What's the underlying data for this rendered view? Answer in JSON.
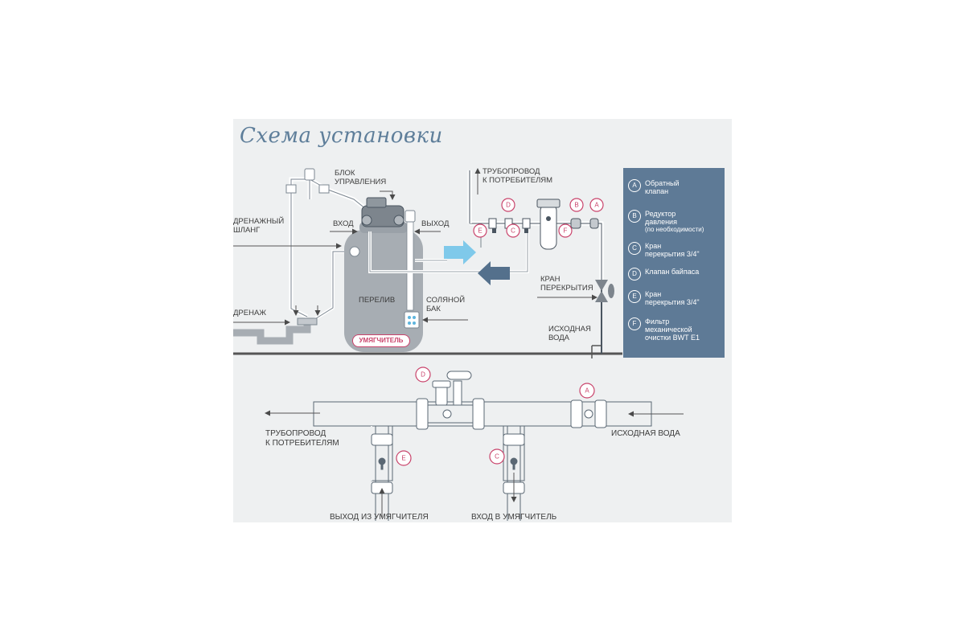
{
  "title": "Схема установки",
  "top_labels": {
    "control_block": "БЛОК\nУПРАВЛЕНИЯ",
    "inlet": "ВХОД",
    "outlet": "ВЫХОД",
    "drain_hose": "ДРЕНАЖНЫЙ\nШЛАНГ",
    "drain": "ДРЕНАЖ",
    "overflow": "ПЕРЕЛИВ",
    "salt_tank": "СОЛЯНОЙ\nБАК",
    "softener_badge": "УМЯГЧИТЕЛЬ",
    "pipeline_to_consumers": "ТРУБОПРОВОД\nК ПОТРЕБИТЕЛЯМ",
    "shutoff_valve": "КРАН\nПЕРЕКРЫТИЯ",
    "source_water": "ИСХОДНАЯ\nВОДА"
  },
  "legend": [
    {
      "letter": "A",
      "text": "Обратный\nклапан",
      "note": ""
    },
    {
      "letter": "B",
      "text": "Редуктор\nдавления",
      "note": "(по необходимости)"
    },
    {
      "letter": "C",
      "text": "Кран\nперекрытия 3/4\"",
      "note": ""
    },
    {
      "letter": "D",
      "text": "Клапан байпаса",
      "note": ""
    },
    {
      "letter": "E",
      "text": "Кран\nперекрытия 3/4\"",
      "note": ""
    },
    {
      "letter": "F",
      "text": "Фильтр\nмеханической\nочистки BWT E1",
      "note": ""
    }
  ],
  "bottom_labels": {
    "pipeline_to_consumers": "ТРУБОПРОВОД\nК ПОТРЕБИТЕЛЯМ",
    "source_water": "ИСХОДНАЯ ВОДА",
    "softener_out": "ВЫХОД ИЗ УМЯГЧИТЕЛЯ",
    "softener_in": "ВХОД В УМЯГЧИТЕЛЬ"
  },
  "tag_letters": {
    "top": [
      "D",
      "B",
      "A",
      "E",
      "C",
      "F"
    ],
    "bottom": [
      "D",
      "A",
      "E",
      "C"
    ]
  },
  "colors": {
    "background": "#eef0f1",
    "legend_bg": "#5e7a96",
    "accent_pink": "#c9436b",
    "tank_gray": "#a7adb3",
    "pipe_outline": "#4a5560",
    "arrow_light": "#7fc9ea",
    "arrow_dark": "#54708c"
  }
}
